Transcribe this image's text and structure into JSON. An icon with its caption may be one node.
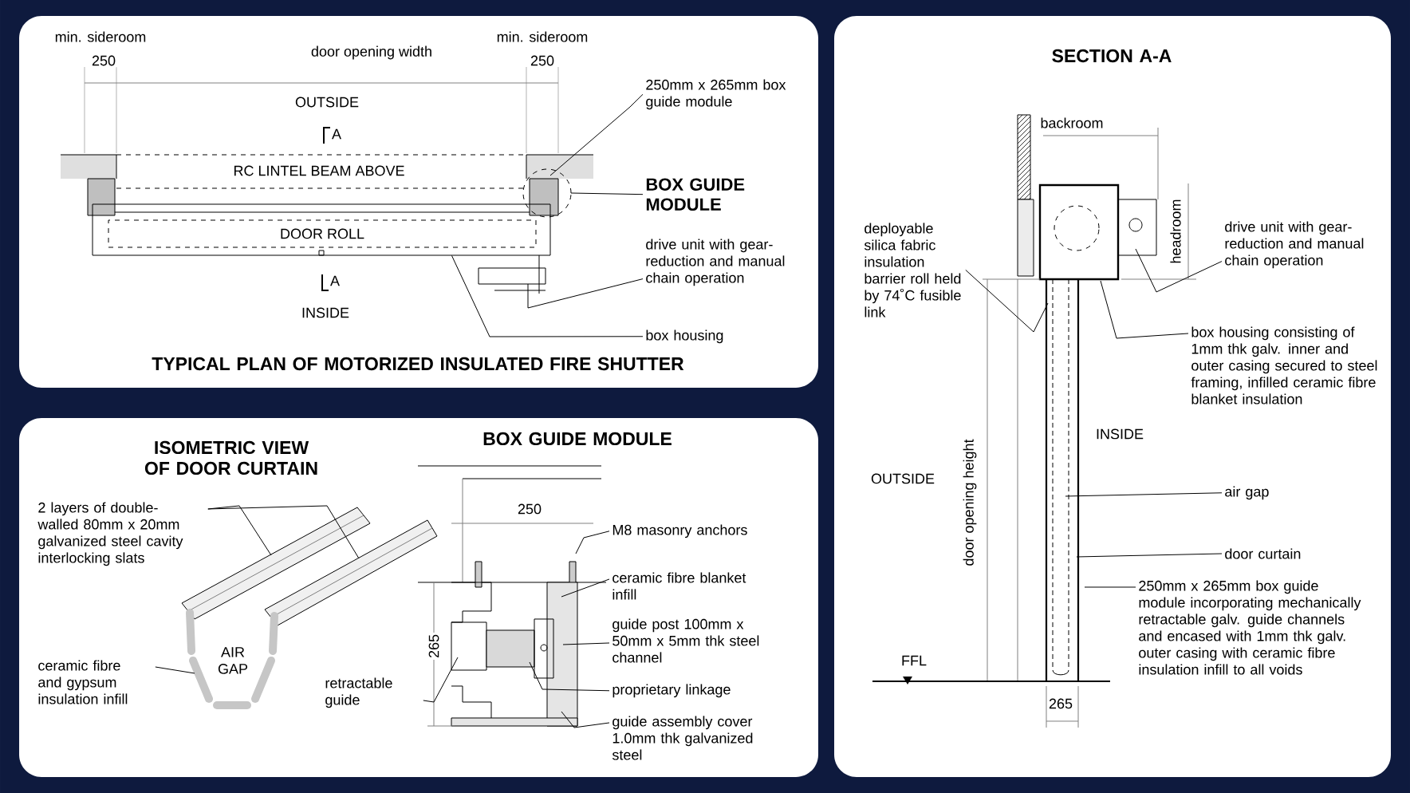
{
  "diagram": {
    "nodes": [
      {
        "text": [
          "TYPICAL PLAN OF MOTORIZED INSULATED FIRE SHUTTER"
        ]
      },
      {
        "text": [
          "ISOMETRIC VIEW OF DOOR CURTAIN",
          "BOX GUIDE MODULE"
        ]
      },
      {
        "text": [
          "SECTION A-A"
        ]
      },
      {
        "text": [
          "250mm x 265mm box guide module"
        ],
        "in": 0
      },
      {
        "text": [
          "BOX GUIDE MODULE"
        ],
        "in": 0
      },
      {
        "text": [
          "drive unit with gear-reduction and manual chain operation"
        ],
        "in": 0
      },
      {
        "text": [
          "box housing"
        ],
        "in": 0
      },
      {
        "text": [
          "2 layers of double-walled 80mm x 20mm galvanized steel cavity interlocking slats"
        ],
        "in": 1
      },
      {
        "text": [
          "ceramic fibre and gypsum insulation infill"
        ],
        "in": 1
      },
      {
        "text": [
          "M8 masonry anchors"
        ],
        "in": 1
      },
      {
        "text": [
          "ceramic fibre blanket infill"
        ],
        "in": 1
      },
      {
        "text": [
          "guide post 100mm x 50mm x 5mm thk steel channel"
        ],
        "in": 1
      },
      {
        "text": [
          "proprietary linkage"
        ],
        "in": 1
      },
      {
        "text": [
          "guide assembly cover 1.0mm thk galvanized steel"
        ],
        "in": 1
      },
      {
        "text": [
          "retractable guide"
        ],
        "in": 1
      },
      {
        "text": [
          "deployable silica fabric insulation barrier roll held by 74˚C fusible link"
        ],
        "in": 2
      },
      {
        "text": [
          "drive unit with gear-reduction and manual chain operation"
        ],
        "in": 2
      },
      {
        "text": [
          "box housing consisting of 1mm thk galv. inner and outer casing secured to steel framing, infilled ceramic fibre blanket insulation"
        ],
        "in": 2
      },
      {
        "text": [
          "air gap"
        ],
        "in": 2
      },
      {
        "text": [
          "door curtain"
        ],
        "in": 2
      },
      {
        "text": [
          "250mm x 265mm box guide module incorporating mechanically retractable galv. guide channels and encased with 1mm thk galv. outer casing with ceramic fibre insulation infill to all voids"
        ],
        "in": 2
      },
      {
        "text": [],
        "shape": "box",
        "in": 0
      },
      {
        "text": [
          "DOOR ROLL"
        ],
        "in": 21
      }
    ],
    "edges": [
      {
        "from": 3,
        "to": null,
        "arrow": "none"
      },
      {
        "from": 4,
        "to": null,
        "arrow": "none"
      },
      {
        "from": 5,
        "to": null,
        "arrow": "none"
      },
      {
        "from": 6,
        "to": 21,
        "arrow": "none"
      },
      {
        "from": 7,
        "to": null,
        "arrow": "none"
      },
      {
        "from": 7,
        "to": null,
        "arrow": "none"
      },
      {
        "from": 8,
        "to": null,
        "arrow": "none"
      },
      {
        "from": 9,
        "to": null,
        "arrow": "none"
      },
      {
        "from": 10,
        "to": null,
        "arrow": "none"
      },
      {
        "from": 11,
        "to": null,
        "arrow": "none"
      },
      {
        "from": 12,
        "to": null,
        "arrow": "none"
      },
      {
        "from": 13,
        "to": null,
        "arrow": "none"
      },
      {
        "from": 14,
        "to": null,
        "arrow": "none"
      },
      {
        "from": 15,
        "to": null,
        "arrow": "none"
      },
      {
        "from": 16,
        "to": null,
        "arrow": "none"
      },
      {
        "from": 17,
        "to": null,
        "arrow": "none"
      },
      {
        "from": 18,
        "to": null,
        "arrow": "none"
      },
      {
        "from": 19,
        "to": null,
        "arrow": "none"
      },
      {
        "from": 20,
        "to": null,
        "arrow": "none"
      }
    ],
    "labels": [
      "min. sideroom",
      "250",
      "door opening width",
      "min. sideroom",
      "250",
      "OUTSIDE",
      "A",
      "RC LINTEL BEAM ABOVE",
      "A",
      "INSIDE",
      "AIR GAP",
      "250",
      "265",
      "backroom",
      "headroom",
      "OUTSIDE",
      "INSIDE",
      "door opening height",
      "FFL",
      "265"
    ]
  }
}
